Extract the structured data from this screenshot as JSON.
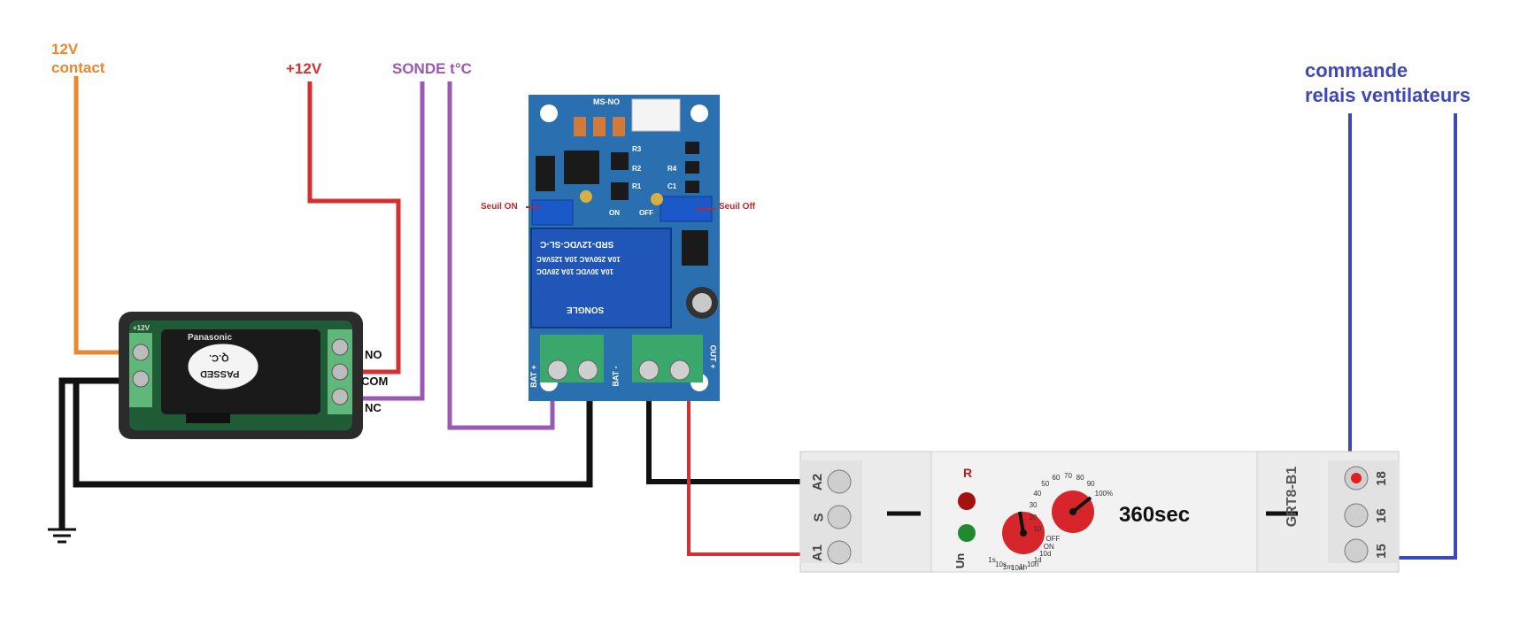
{
  "labels": {
    "contact_12v": "12V",
    "contact_word": "contact",
    "plus12v": "+12V",
    "sonde": "SONDE t°C",
    "commande": "commande",
    "relais_vent": "relais ventilateurs",
    "seuil_on": "Seuil ON",
    "seuil_off": "Seuil Off"
  },
  "relay_small": {
    "brand": "Panasonic",
    "stamp_line1": "Q.C.",
    "stamp_line2": "PASSED",
    "terminals": [
      "NO",
      "COM",
      "NC"
    ],
    "pin_label": "+12V"
  },
  "thermo_board": {
    "relay_lines": [
      "SRD-12VDC-SL-C",
      "10A 250VAC 10A 125VAC",
      "10A 30VDC 10A 28VDC"
    ],
    "relay_brand": "SONGLE",
    "terminals": [
      "BAT +",
      "BAT -",
      "OUT +"
    ],
    "chip_labels": [
      "MS-NO",
      "R3",
      "R2",
      "R1",
      "R4",
      "C1",
      "ON",
      "OFF"
    ]
  },
  "timer": {
    "model": "GRT8-B1",
    "display": "360sec",
    "left_terminals": [
      "A2",
      "S",
      "A1"
    ],
    "right_terminals": [
      "18",
      "16",
      "15"
    ],
    "led_r": "R",
    "led_un": "Un",
    "dial1_scale": [
      "1s",
      "10s",
      "1m",
      "10m",
      "1h",
      "10h",
      "1d",
      "10d",
      "ON",
      "OFF"
    ],
    "dial2_scale": [
      "10",
      "20",
      "30",
      "40",
      "50",
      "60",
      "70",
      "80",
      "90",
      "100%"
    ]
  },
  "colors": {
    "orange": "#e8872e",
    "red": "#d43030",
    "purple": "#9b59b6",
    "blue": "#3f48b8",
    "black": "#111111",
    "pcb_blue": "#2a6fb0",
    "relay_blue": "#1f56b8",
    "terminal_green": "#3aa86a",
    "timer_body": "#ececec",
    "dial_red": "#d7262b"
  }
}
